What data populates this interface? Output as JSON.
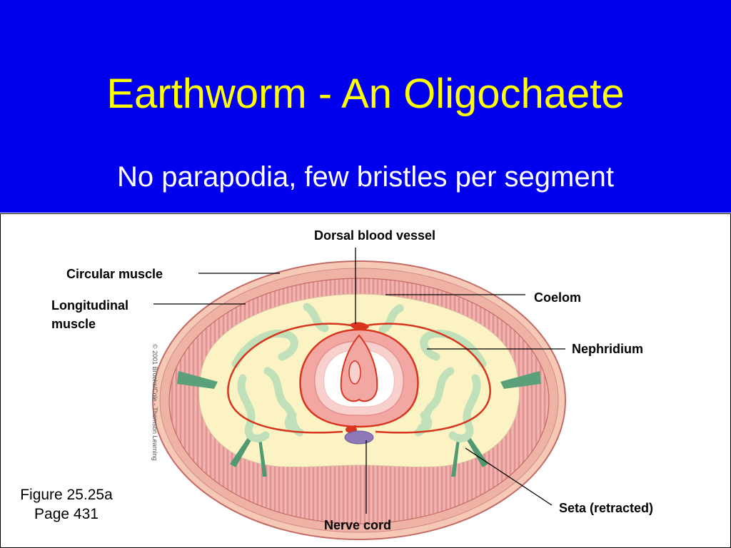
{
  "slide": {
    "title": "Earthworm - An Oligochaete",
    "subtitle": "No parapodia, few bristles per segment"
  },
  "diagram": {
    "labels": {
      "dorsal_blood_vessel": "Dorsal blood vessel",
      "circular_muscle": "Circular muscle",
      "longitudinal_muscle_line1": "Longitudinal",
      "longitudinal_muscle_line2": "muscle",
      "coelom": "Coelom",
      "nephridium": "Nephridium",
      "seta": "Seta (retracted)",
      "nerve_cord": "Nerve cord"
    },
    "copyright": "© 2001 Brooks/Cole - Thomson Learning"
  },
  "caption": {
    "figure": "Figure 25.25a",
    "page": "Page 431"
  },
  "colors": {
    "header_background": "#0000ee",
    "title": "#ffff00",
    "subtitle": "#ffffff",
    "body_wall": "#eea9a6",
    "coelom": "#fbf3c4",
    "nephridium": "#bfe0b8",
    "blood_vessel": "#d8341e",
    "nerve_cord": "#8d79b8"
  }
}
